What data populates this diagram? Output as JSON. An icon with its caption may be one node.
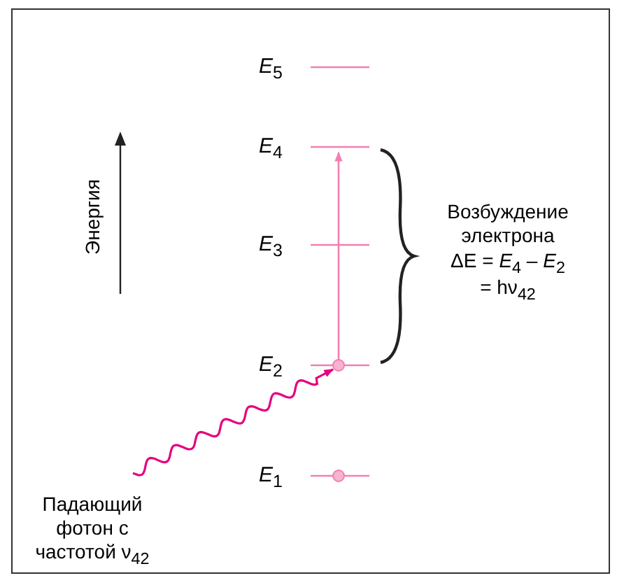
{
  "diagram": {
    "nodes": [
      {
        "text": [
          "*E*$_{5}$"
        ]
      },
      {
        "text": [
          "*E*$_{4}$"
        ]
      },
      {
        "text": [
          "*E*$_{3}$"
        ]
      },
      {
        "text": [
          "*E*$_{2}$"
        ]
      },
      {
        "text": [
          "*E*$_{1}$"
        ]
      },
      {
        "text": [
          "Падающий фотон с частотой ν$_{42}$"
        ]
      }
    ],
    "edges": [
      {
        "from": 3,
        "to": 1,
        "arrow": "to",
        "color": "#f27fb2"
      },
      {
        "from": 5,
        "to": 3,
        "arrow": "to",
        "color": "#e4007f"
      }
    ],
    "labels": [
      "Энергия",
      "Возбуждение электрона",
      "ΔE = *E*$_{4}$ – *E*$_{2}$",
      "= hν$_{42}$"
    ]
  }
}
